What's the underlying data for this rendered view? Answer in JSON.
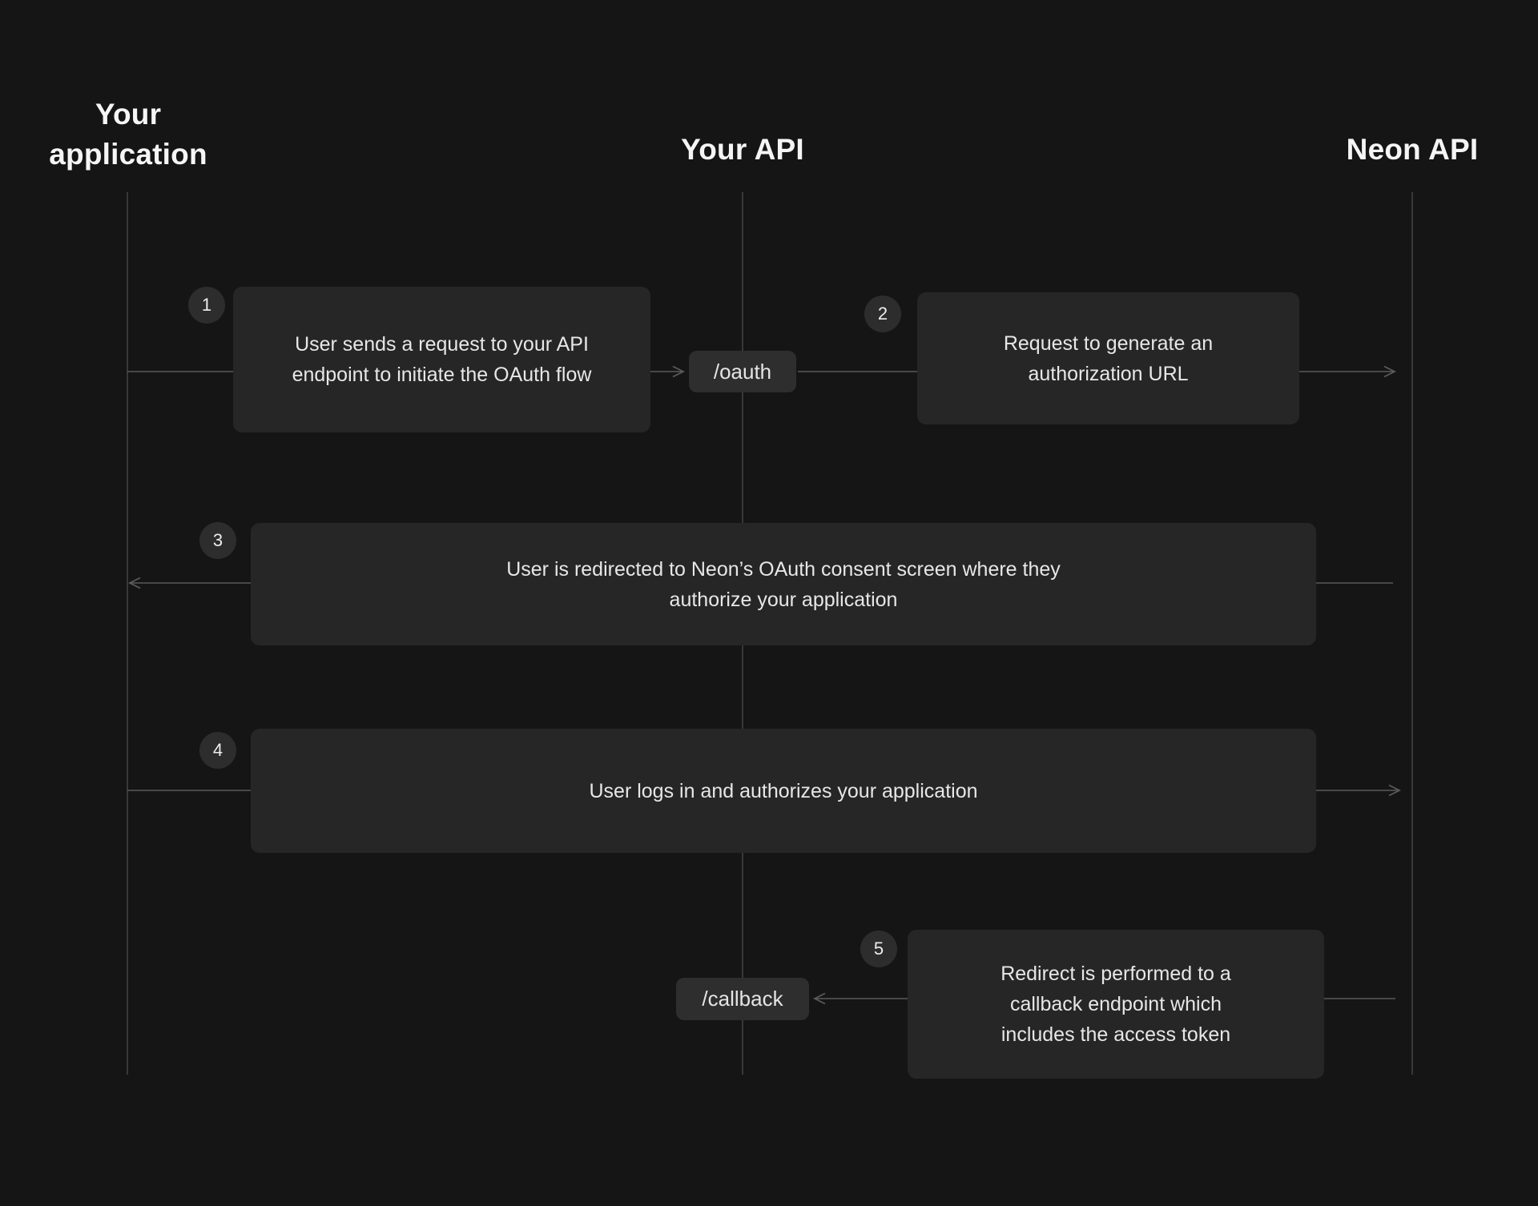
{
  "diagram": {
    "lanes": [
      {
        "id": "your-application",
        "label": "Your application"
      },
      {
        "id": "your-api",
        "label": "Your API"
      },
      {
        "id": "neon-api",
        "label": "Neon API"
      }
    ],
    "steps": [
      {
        "number": "1",
        "text": "User sends a request to your API endpoint to initiate the OAuth flow",
        "from": "Your application",
        "to": "Your API",
        "direction": "right"
      },
      {
        "number": "2",
        "text": "Request to generate an authorization URL",
        "from": "Your API",
        "to": "Neon API",
        "direction": "right"
      },
      {
        "number": "3",
        "text": "User is redirected to Neon’s OAuth consent screen where they authorize your application",
        "from": "Neon API",
        "to": "Your application",
        "direction": "left"
      },
      {
        "number": "4",
        "text": "User logs in and authorizes your application",
        "from": "Your application",
        "to": "Neon API",
        "direction": "right"
      },
      {
        "number": "5",
        "text": "Redirect is performed to a callback endpoint which includes the access token",
        "from": "Neon API",
        "to": "Your API",
        "direction": "left"
      }
    ],
    "endpoints": [
      {
        "label": "/oauth"
      },
      {
        "label": "/callback"
      }
    ],
    "colors": {
      "background": "#151515",
      "box": "#262626",
      "pill": "#2e2e2e",
      "badge": "#2d2d2d",
      "lifeline": "#454545",
      "arrow": "#5a5a5a",
      "text": "#e7e7e7",
      "heading": "#f5f5f5"
    }
  }
}
